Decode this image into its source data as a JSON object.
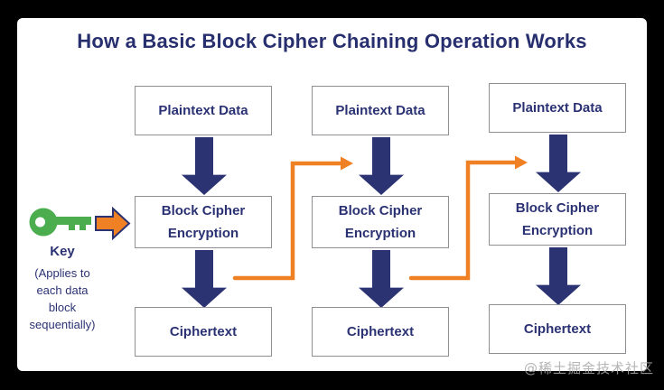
{
  "title": "How a Basic Block Cipher Chaining Operation Works",
  "key_panel": {
    "label": "Key",
    "note_lines": [
      "(Applies to",
      "each data",
      "block",
      "sequentially)"
    ]
  },
  "columns": [
    {
      "plaintext_label": "Plaintext Data",
      "encryption_line1": "Block Cipher",
      "encryption_line2": "Encryption",
      "ciphertext_label": "Ciphertext"
    },
    {
      "plaintext_label": "Plaintext Data",
      "encryption_line1": "Block Cipher",
      "encryption_line2": "Encryption",
      "ciphertext_label": "Ciphertext"
    },
    {
      "plaintext_label": "Plaintext Data",
      "encryption_line1": "Block Cipher",
      "encryption_line2": "Encryption",
      "ciphertext_label": "Ciphertext"
    }
  ],
  "watermark": "@稀土掘金技术社区",
  "colors": {
    "background": "#000000",
    "card": "#ffffff",
    "navy": "#2b3274",
    "title_navy": "#272f6e",
    "orange": "#f08024",
    "green": "#4bad4e",
    "box_border": "#8e8e93"
  }
}
